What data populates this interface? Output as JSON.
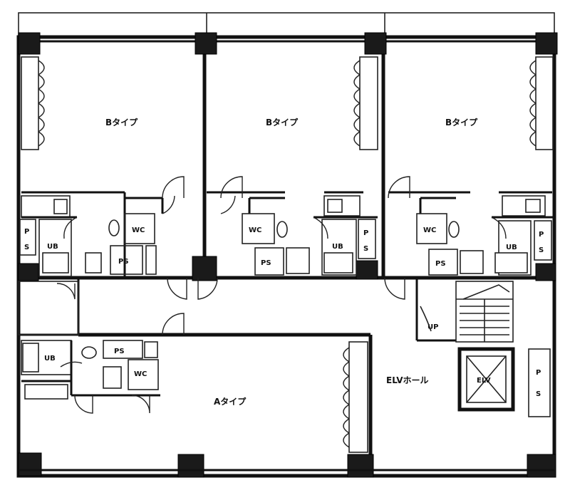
{
  "rooms": {
    "b_left": "Bタイプ",
    "b_mid": "Bタイプ",
    "b_right": "Bタイプ",
    "a_type": "Aタイプ",
    "elv_hall": "ELVホール"
  },
  "labels": {
    "ps": "P",
    "ps2": "S",
    "ps_inline": "PS",
    "ub": "UB",
    "wc": "WC",
    "elv": "ELV",
    "up": "UP"
  }
}
